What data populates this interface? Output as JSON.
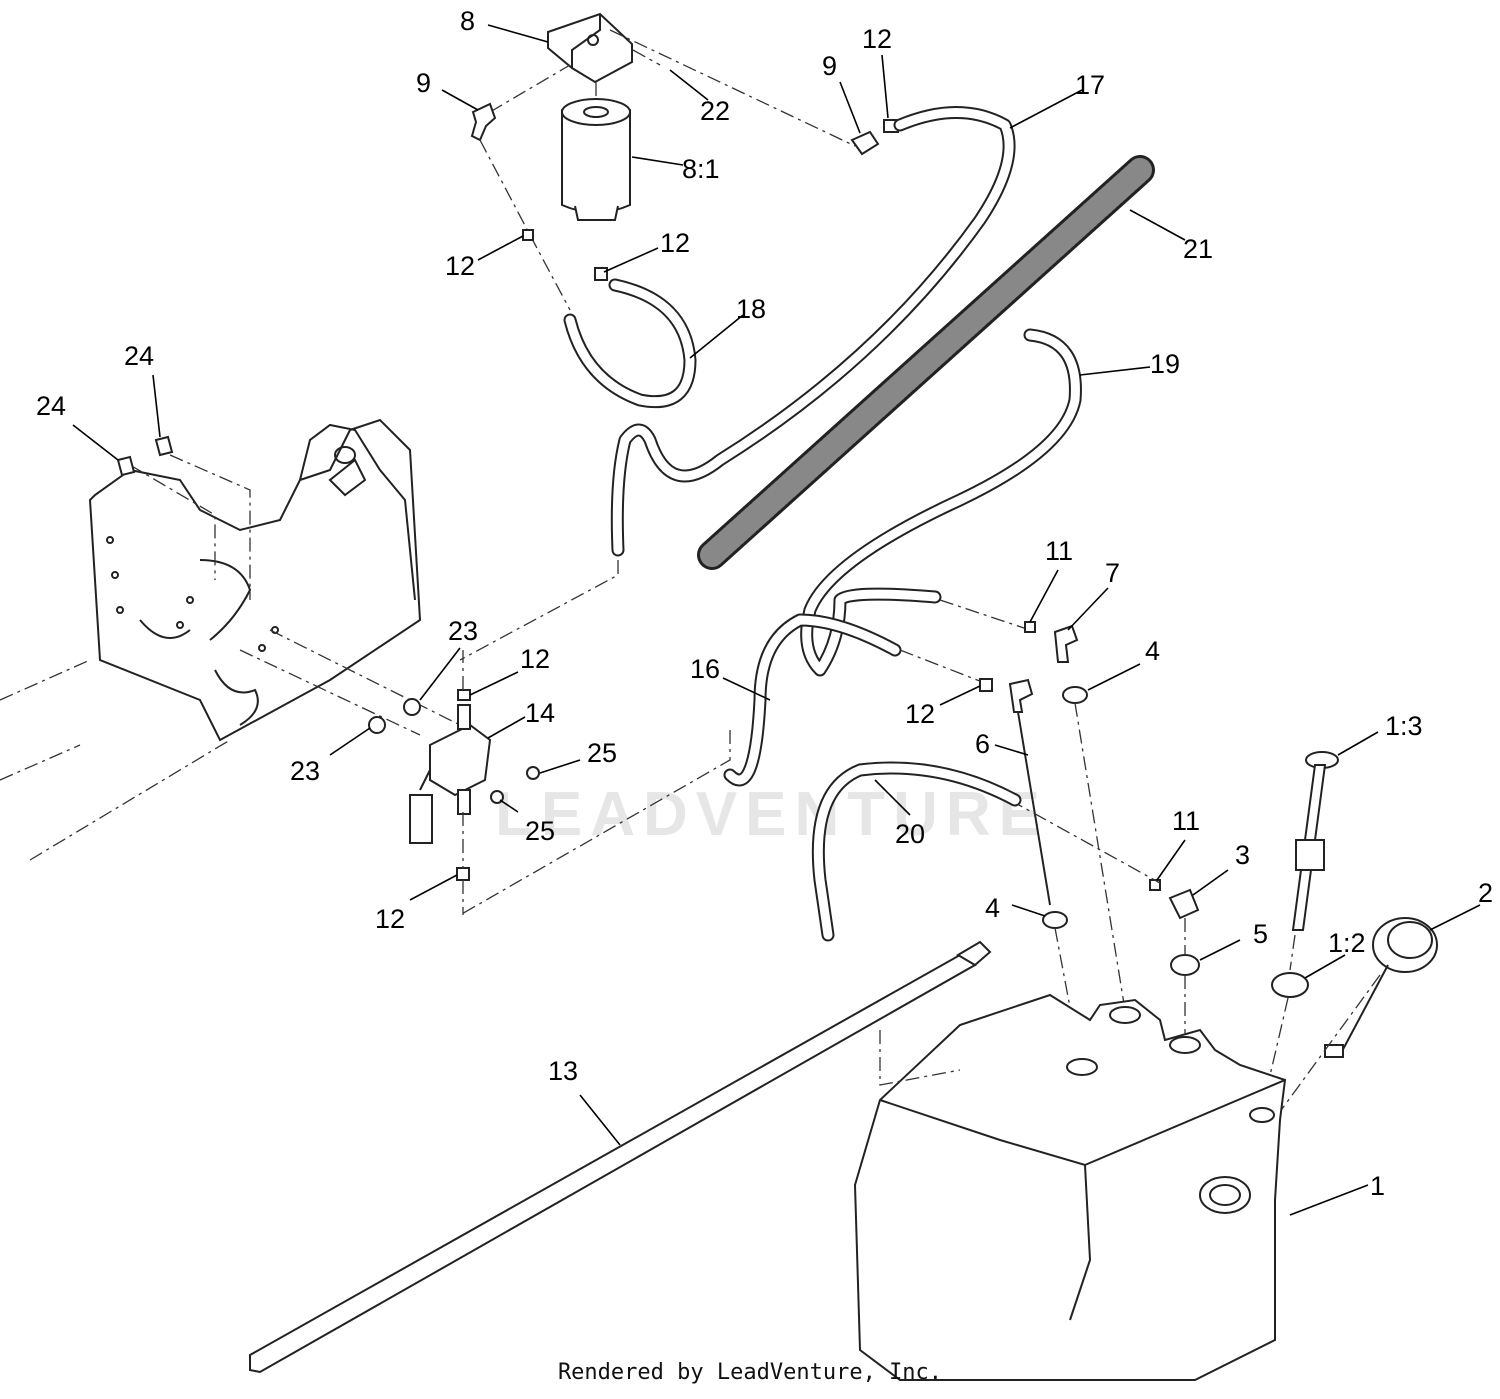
{
  "watermark": "LEADVENTURE",
  "footer": "Rendered by LeadVenture, Inc.",
  "callouts": {
    "c8": "8",
    "c9a": "9",
    "c22": "22",
    "c81": "8:1",
    "c12a": "12",
    "c12b": "12",
    "c9b": "9",
    "c12c": "12",
    "c17": "17",
    "c21": "21",
    "c18": "18",
    "c19": "19",
    "c24a": "24",
    "c24b": "24",
    "c23a": "23",
    "c23b": "23",
    "c12d": "12",
    "c14": "14",
    "c25a": "25",
    "c25b": "25",
    "c12e": "12",
    "c16": "16",
    "c11a": "11",
    "c7": "7",
    "c4a": "4",
    "c12f": "12",
    "c6": "6",
    "c20": "20",
    "c11b": "11",
    "c3": "3",
    "c4b": "4",
    "c5": "5",
    "c13": "13",
    "c13b": "1:3",
    "c2": "2",
    "c12g": "1:2",
    "c1": "1"
  }
}
